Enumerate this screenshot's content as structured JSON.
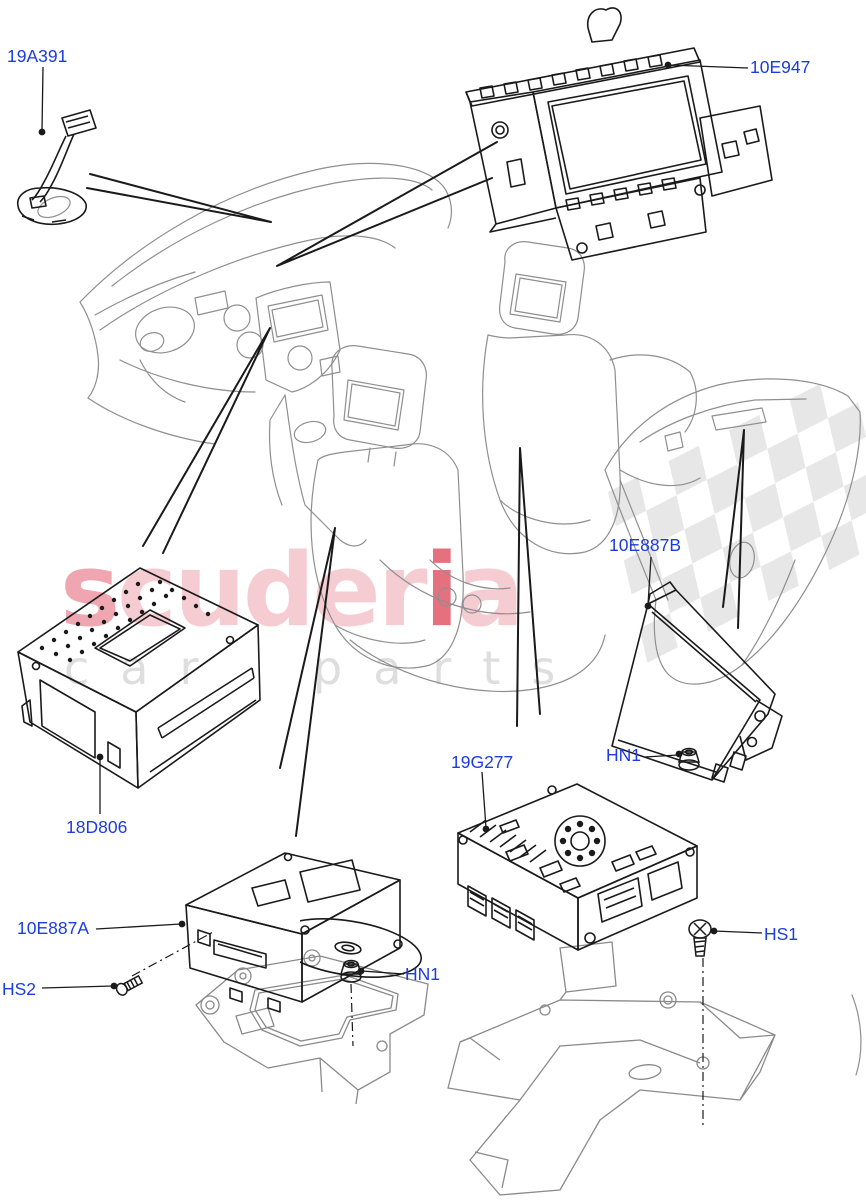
{
  "page": {
    "type": "parts-diagram",
    "background": "#ffffff",
    "label_color": "#1c3be0",
    "line_color": "#1a1a1a",
    "vehicle_art_color": "#8f8f8f"
  },
  "parts": {
    "mic_cable": {
      "label": "19A391"
    },
    "display_unit": {
      "label": "10E947"
    },
    "amplifier": {
      "label": "10E887B"
    },
    "radio_unit": {
      "label": "18D806"
    },
    "control_module": {
      "label": "19G277"
    },
    "nut_amplifier": {
      "label": "HN1"
    },
    "nut_bracket": {
      "label": "HN1"
    },
    "cd_player": {
      "label": "10E887A"
    },
    "screw_cd": {
      "label": "HS2"
    },
    "screw_bracket": {
      "label": "HS1"
    }
  },
  "watermark": {
    "brand_s1": "s",
    "brand_s2": "cuder",
    "brand_s3": "i",
    "brand_s4": "a",
    "subtitle": "car parts",
    "pink_light": "#f6ccd3",
    "pink_mid": "#efa6b0",
    "pink_dark": "#e5717e",
    "subtitle_gray": "#dedede",
    "flag_gray": "#d9d9d9"
  }
}
